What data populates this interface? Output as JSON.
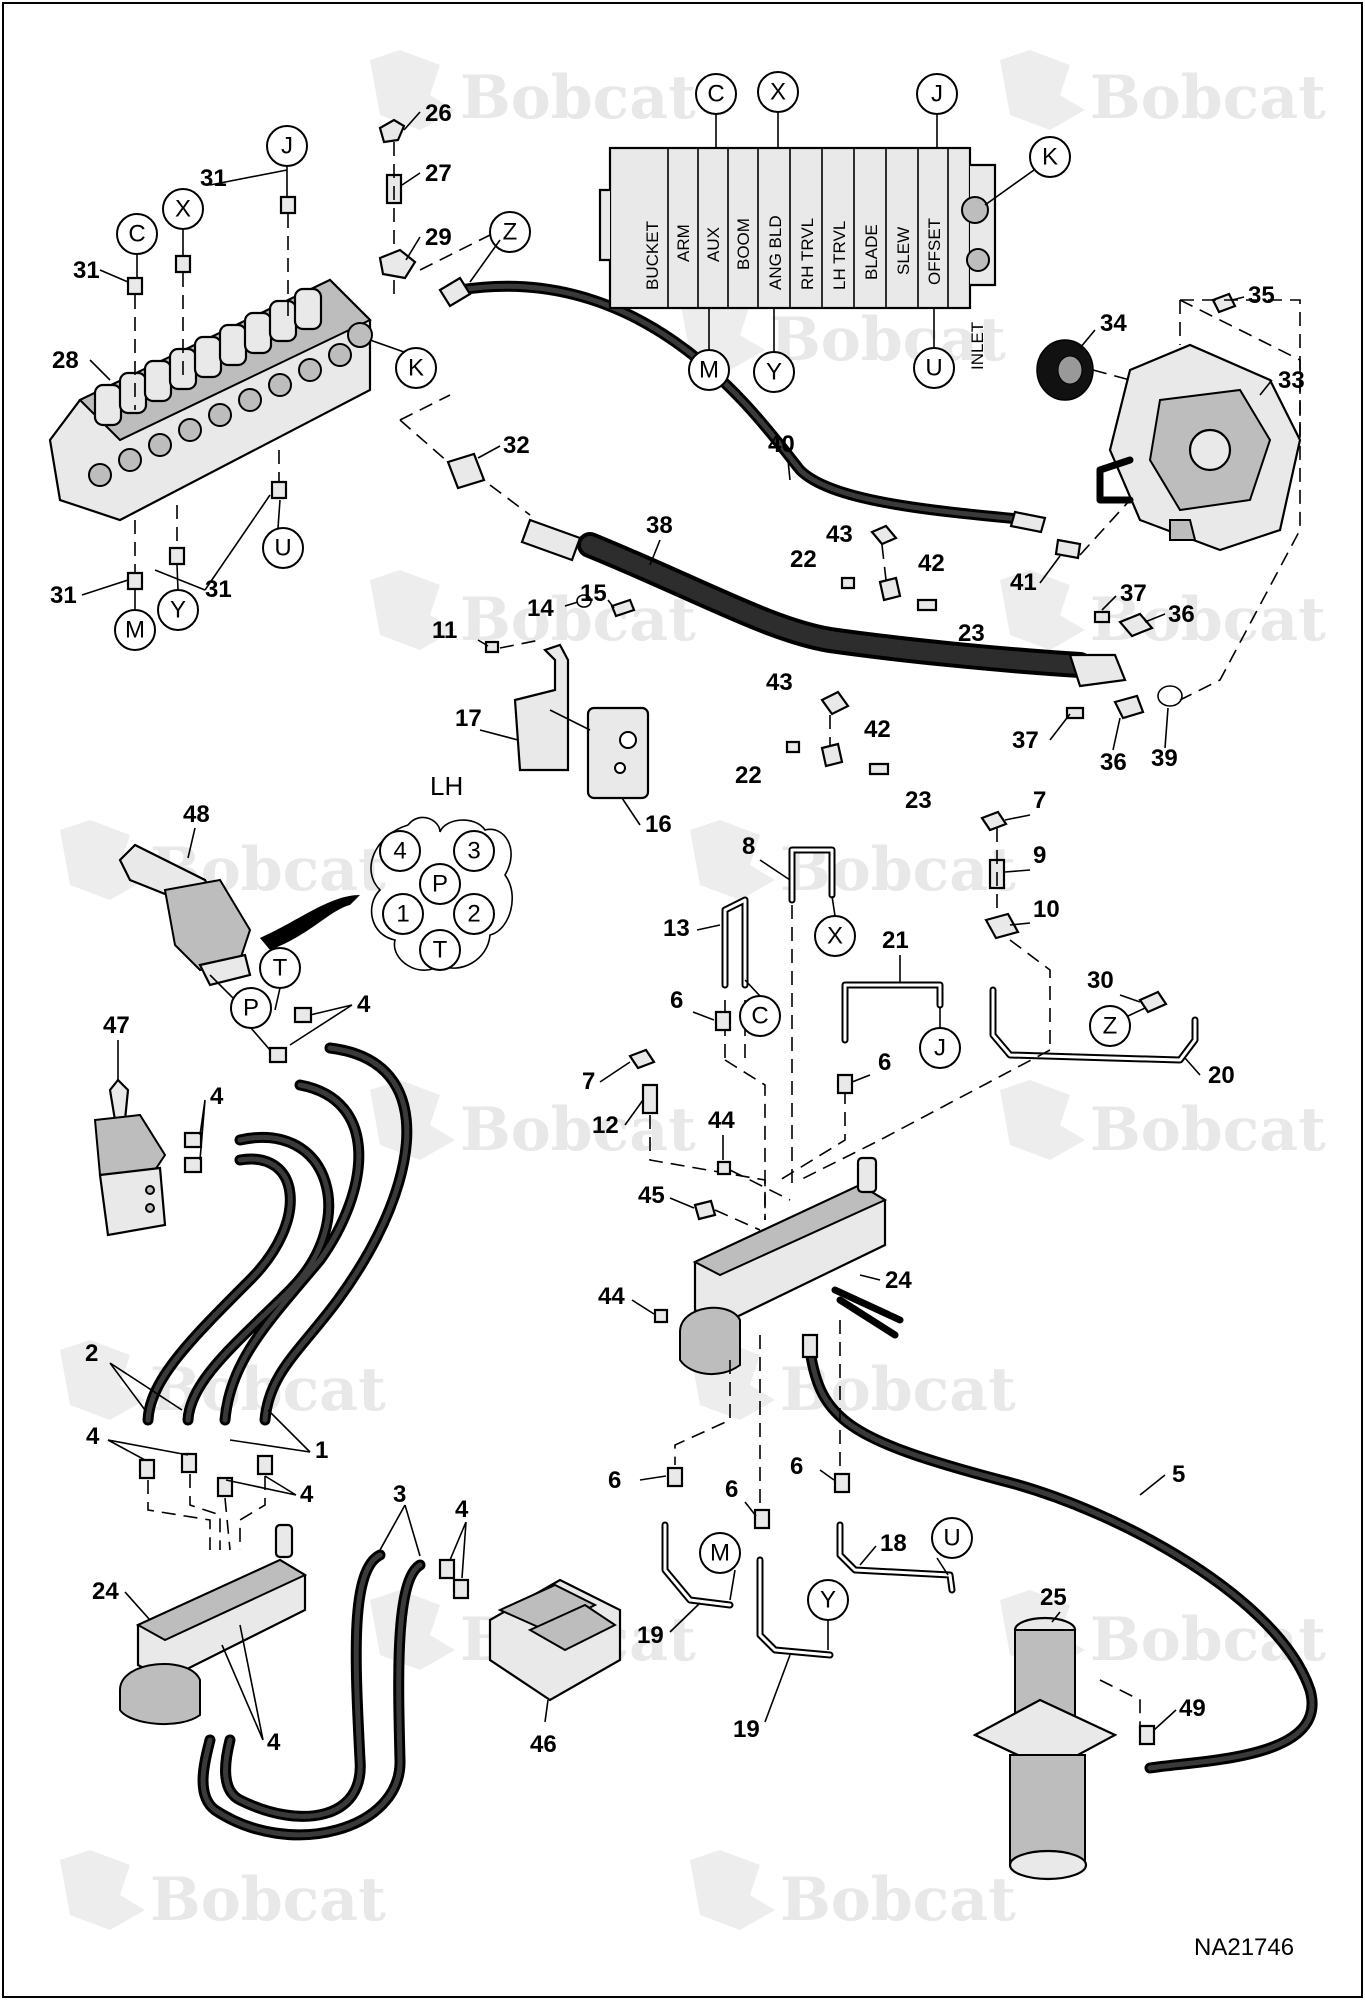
{
  "watermark": "Bobcat",
  "drawing_id": "NA21746",
  "valve_section_labels": [
    "BUCKET",
    "ARM",
    "AUX",
    "BOOM",
    "ANG BLD",
    "RH TRVL",
    "LH TRVL",
    "BLADE",
    "SLEW",
    "OFFSET"
  ],
  "inlet_label": "INLET",
  "joystick_port_title": "LH",
  "joystick_ports": [
    "4",
    "3",
    "P",
    "1",
    "2",
    "T"
  ],
  "connection_letters": {
    "C": "C",
    "X": "X",
    "J": "J",
    "K": "K",
    "M": "M",
    "Y": "Y",
    "U": "U",
    "Z": "Z",
    "P": "P",
    "T": "T"
  },
  "callout_numbers": {
    "n1": "1",
    "n2": "2",
    "n3": "3",
    "n4": "4",
    "n5": "5",
    "n6": "6",
    "n7": "7",
    "n8": "8",
    "n9": "9",
    "n10": "10",
    "n11": "11",
    "n12": "12",
    "n13": "13",
    "n14": "14",
    "n15": "15",
    "n16": "16",
    "n17": "17",
    "n18": "18",
    "n19": "19",
    "n20": "20",
    "n21": "21",
    "n22": "22",
    "n23": "23",
    "n24": "24",
    "n25": "25",
    "n26": "26",
    "n27": "27",
    "n28": "28",
    "n29": "29",
    "n30": "30",
    "n31": "31",
    "n32": "32",
    "n33": "33",
    "n34": "34",
    "n35": "35",
    "n36": "36",
    "n37": "37",
    "n38": "38",
    "n39": "39",
    "n40": "40",
    "n41": "41",
    "n42": "42",
    "n43": "43",
    "n44": "44",
    "n45": "45",
    "n46": "46",
    "n47": "47",
    "n48": "48",
    "n49": "49"
  }
}
